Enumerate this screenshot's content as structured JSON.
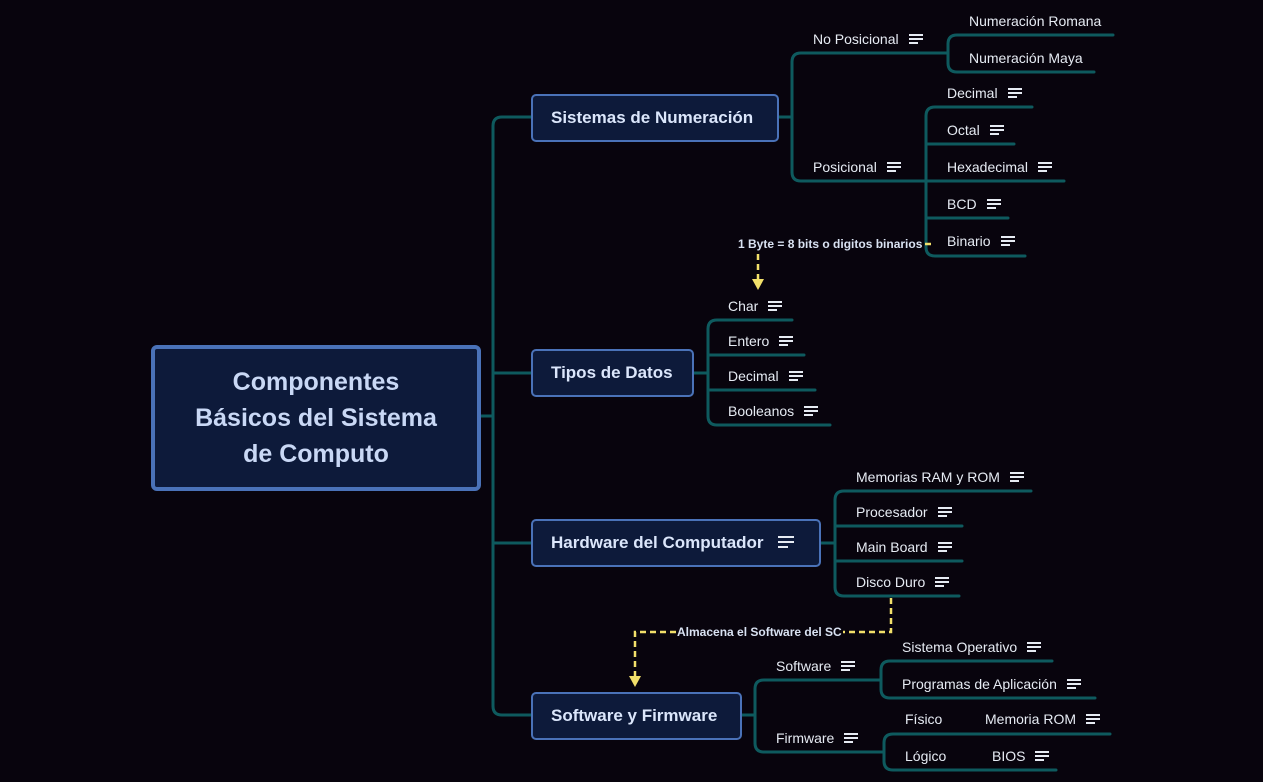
{
  "root": {
    "title": "Componentes Básicos del Sistema de Computo"
  },
  "topics": {
    "numeracion": "Sistemas de Numeración",
    "tipos": "Tipos de Datos",
    "hardware": "Hardware del Computador",
    "software": "Software y Firmware"
  },
  "numeracion": {
    "no_posicional": "No Posicional",
    "romana": "Numeración Romana",
    "maya": "Numeración Maya",
    "posicional": "Posicional",
    "decimal": "Decimal",
    "octal": "Octal",
    "hexadecimal": "Hexadecimal",
    "bcd": "BCD",
    "binario": "Binario"
  },
  "tipos": {
    "char": "Char",
    "entero": "Entero",
    "decimal": "Decimal",
    "booleanos": "Booleanos"
  },
  "hardware": {
    "memorias": "Memorias RAM y ROM",
    "procesador": "Procesador",
    "mainboard": "Main Board",
    "disco": "Disco Duro"
  },
  "software": {
    "software": "Software",
    "sistema_operativo": "Sistema Operativo",
    "programas": "Programas de Aplicación",
    "firmware": "Firmware",
    "fisico": "Físico",
    "memoria_rom": "Memoria ROM",
    "logico": "Lógico",
    "bios": "BIOS"
  },
  "relations": {
    "byte": "1 Byte = 8 bits o digitos binarios",
    "almacena": "Almacena el Software del SC"
  },
  "colors": {
    "background": "#08040d",
    "connector": "#0e5a5e",
    "relation": "#f2e06a",
    "topic_border": "#4a72b8",
    "topic_fill": "#0d1a3a"
  }
}
